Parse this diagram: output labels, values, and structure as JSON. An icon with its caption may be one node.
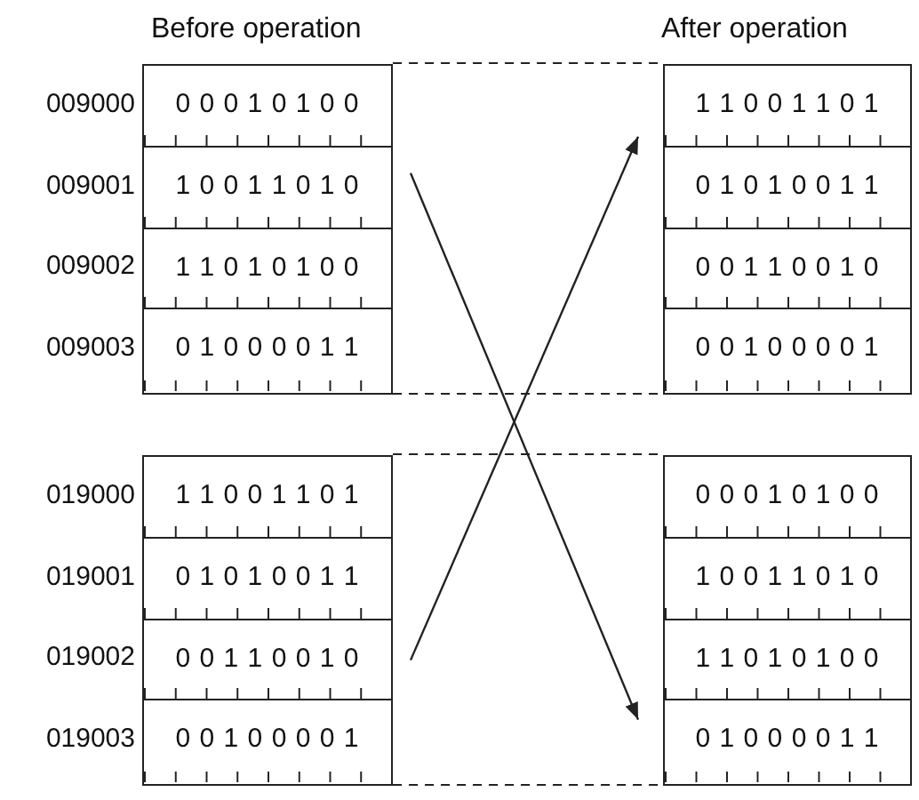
{
  "diagram": {
    "nodes": [
      {
        "text": [],
        "shape": "box"
      },
      {
        "text": [
          "0 0 0 1 0 1 0 0"
        ],
        "in": 0,
        "beside": [
          "009000"
        ]
      },
      {
        "text": [
          "1 0 0 1 1 0 1 0"
        ],
        "in": 0,
        "beside": [
          "009001"
        ]
      },
      {
        "text": [
          "1 1 0 1 0 1 0 0"
        ],
        "in": 0,
        "beside": [
          "009002"
        ]
      },
      {
        "text": [
          "0 1 0 0 0 0 1 1"
        ],
        "in": 0,
        "beside": [
          "009003"
        ]
      },
      {
        "text": [],
        "shape": "box"
      },
      {
        "text": [
          "1 1 0 0 1 1 0 1"
        ],
        "in": 5
      },
      {
        "text": [
          "0 1 0 1 0 0 1 1"
        ],
        "in": 5
      },
      {
        "text": [
          "0 0 1 1 0 0 1 0"
        ],
        "in": 5
      },
      {
        "text": [
          "0 0 1 0 0 0 0 1"
        ],
        "in": 5
      },
      {
        "text": [],
        "shape": "box"
      },
      {
        "text": [
          "1 1 0 0 1 1 0 1"
        ],
        "in": 10,
        "beside": [
          "019000"
        ]
      },
      {
        "text": [
          "0 1 0 1 0 0 1 1"
        ],
        "in": 10,
        "beside": [
          "019001"
        ]
      },
      {
        "text": [
          "0 0 1 1 0 0 1 0"
        ],
        "in": 10,
        "beside": [
          "019002"
        ]
      },
      {
        "text": [
          "0 0 1 0 0 0 0 1"
        ],
        "in": 10,
        "beside": [
          "019003"
        ]
      },
      {
        "text": [],
        "shape": "box"
      },
      {
        "text": [
          "0 0 0 1 0 1 0 0"
        ],
        "in": 15
      },
      {
        "text": [
          "1 0 0 1 1 0 1 0"
        ],
        "in": 15
      },
      {
        "text": [
          "1 1 0 1 0 1 0 0"
        ],
        "in": 15
      },
      {
        "text": [
          "0 1 0 0 0 0 1 1"
        ],
        "in": 15
      }
    ],
    "edges": [
      {
        "from": 0,
        "to": 5,
        "arrow": "none",
        "style": "dashed"
      },
      {
        "from": 0,
        "to": 5,
        "arrow": "none",
        "style": "dashed"
      },
      {
        "from": 0,
        "to": 15,
        "arrow": "to"
      },
      {
        "from": 10,
        "to": 5,
        "arrow": "to"
      },
      {
        "from": 10,
        "to": 15,
        "arrow": "none",
        "style": "dashed"
      },
      {
        "from": 10,
        "to": 15,
        "arrow": "none",
        "style": "dashed"
      }
    ],
    "labels": [
      "Before operation",
      "After operation"
    ]
  }
}
